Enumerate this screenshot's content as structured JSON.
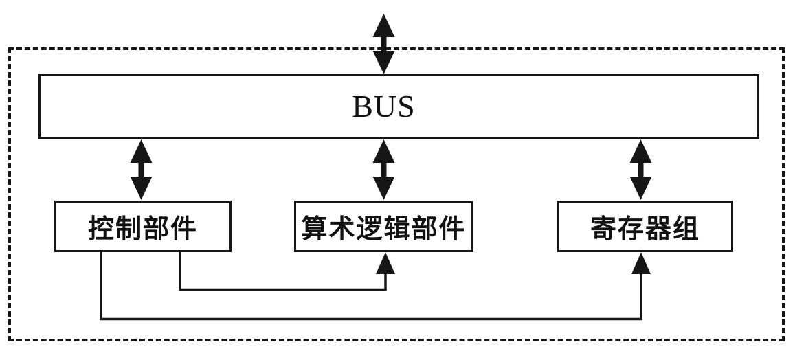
{
  "diagram": {
    "bus_label": "BUS",
    "components": [
      {
        "id": "control-unit",
        "label": "控制部件"
      },
      {
        "id": "arithmetic-logic-unit",
        "label": "算术逻辑部件"
      },
      {
        "id": "register-file",
        "label": "寄存器组"
      }
    ],
    "connections": [
      {
        "from": "external",
        "to": "bus",
        "type": "bidirectional-arrow"
      },
      {
        "from": "bus",
        "to": "control-unit",
        "type": "bidirectional-arrow"
      },
      {
        "from": "bus",
        "to": "arithmetic-logic-unit",
        "type": "bidirectional-arrow"
      },
      {
        "from": "bus",
        "to": "register-file",
        "type": "bidirectional-arrow"
      },
      {
        "from": "control-unit",
        "to": "arithmetic-logic-unit",
        "type": "arrow-up-into-bottom"
      },
      {
        "from": "control-unit",
        "to": "register-file",
        "type": "arrow-up-into-bottom"
      }
    ],
    "colors": {
      "line": "#161616",
      "background": "#ffffff"
    }
  }
}
